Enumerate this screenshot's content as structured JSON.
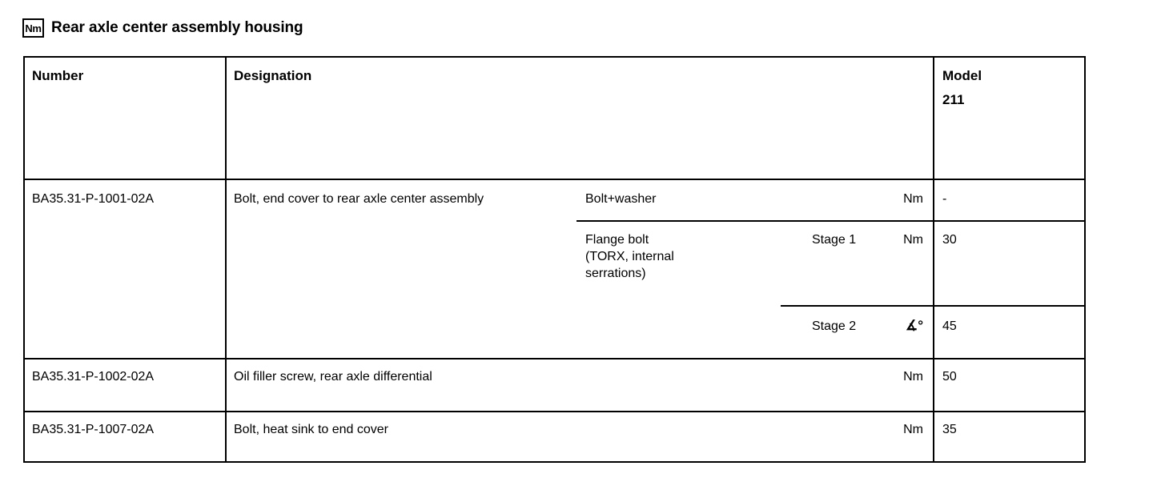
{
  "title": {
    "icon_label": "Nm",
    "icon_name": "nm-unit-icon",
    "text": "Rear axle center assembly housing"
  },
  "table": {
    "headers": {
      "number": "Number",
      "designation": "Designation",
      "model_label": "Model",
      "model_value": "211"
    },
    "rows": [
      {
        "number": "BA35.31-P-1001-02A",
        "designation": "Bolt, end cover to rear axle center assembly",
        "subrows": [
          {
            "variant": "Bolt+washer",
            "stage": "",
            "unit": "Nm",
            "value": "-"
          },
          {
            "variant": "Flange bolt\n(TORX, internal\nserrations)",
            "stage": "Stage 1",
            "unit": "Nm",
            "value": "30"
          },
          {
            "variant": "",
            "stage": "Stage 2",
            "unit": "∡°",
            "value": "45"
          }
        ]
      },
      {
        "number": "BA35.31-P-1002-02A",
        "designation": "Oil filler screw, rear axle differential",
        "subrows": [
          {
            "variant": "",
            "stage": "",
            "unit": "Nm",
            "value": "50"
          }
        ]
      },
      {
        "number": "BA35.31-P-1007-02A",
        "designation": "Bolt, heat sink to end cover",
        "subrows": [
          {
            "variant": "",
            "stage": "",
            "unit": "Nm",
            "value": "35"
          }
        ]
      }
    ]
  },
  "colors": {
    "text": "#000000",
    "background": "#ffffff",
    "rule": "#000000"
  }
}
